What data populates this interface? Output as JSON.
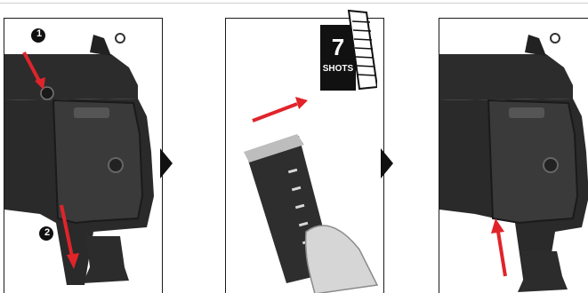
{
  "steps": [
    {
      "marker": "1"
    },
    {
      "marker": "2"
    }
  ],
  "badge": {
    "count": "7",
    "label": "SHOTS"
  },
  "colors": {
    "arrow": "#e0242a",
    "ink": "#111111",
    "gun": "#2c2c2c",
    "grip": "#3a3a3a"
  },
  "icons": [
    "right-triangle-separator-icon",
    "red-arrow-icon",
    "magazine-icon"
  ]
}
